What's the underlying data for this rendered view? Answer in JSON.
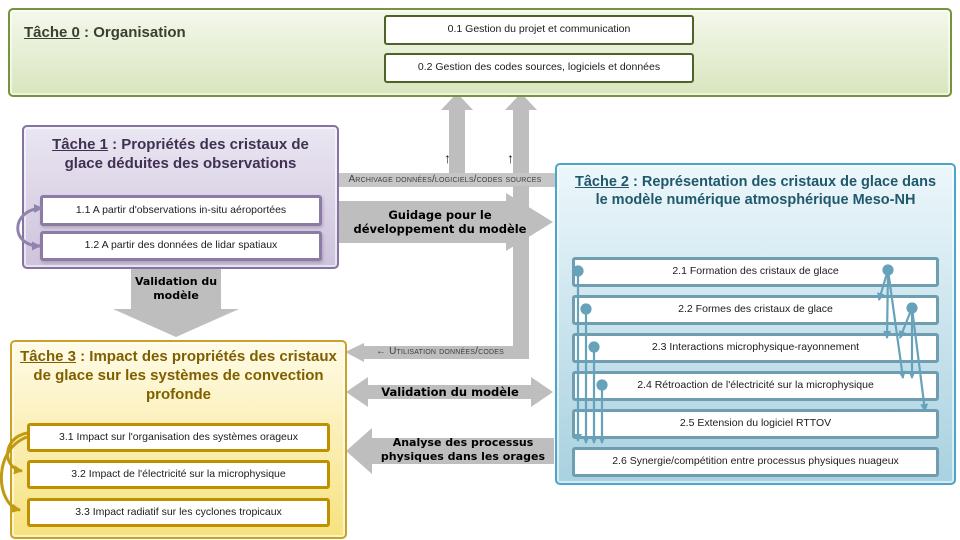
{
  "tasks": {
    "task0": {
      "title_prefix": "Tâche 0",
      "title_suffix": " : Organisation",
      "items": [
        {
          "label": "0.1 Gestion du projet et communication"
        },
        {
          "label": "0.2 Gestion des codes sources, logiciels et données"
        }
      ]
    },
    "task1": {
      "title_prefix": "Tâche 1",
      "title_suffix": " : Propriétés des cristaux de glace déduites des observations",
      "items": [
        {
          "label": "1.1 A partir d'observations in-situ aéroportées"
        },
        {
          "label": "1.2 A partir des données de lidar spatiaux"
        }
      ]
    },
    "task2": {
      "title_prefix": "Tâche 2",
      "title_suffix": " : Représentation des cristaux de glace dans le modèle numérique atmosphérique Meso-NH",
      "items": [
        {
          "label": "2.1 Formation des cristaux de glace"
        },
        {
          "label": "2.2 Formes des cristaux de glace"
        },
        {
          "label": "2.3 Interactions microphysique-rayonnement"
        },
        {
          "label": "2.4 Rétroaction de l'électricité sur la microphysique"
        },
        {
          "label": "2.5 Extension du logiciel RTTOV"
        },
        {
          "label": "2.6 Synergie/compétition entre processus physiques nuageux"
        }
      ]
    },
    "task3": {
      "title_prefix": "Tâche 3",
      "title_suffix": " : Impact des propriétés des cristaux de glace sur les systèmes de convection profonde",
      "items": [
        {
          "label": "3.1 Impact sur l'organisation des systèmes orageux"
        },
        {
          "label": "3.2 Impact de l'électricité sur la microphysique"
        },
        {
          "label": "3.3 Impact radiatif sur les cyclones tropicaux"
        }
      ]
    }
  },
  "connectors": {
    "archivage": "Archivage données/logiciels/codes sources",
    "up_glyph": "↑",
    "guidage": "Guidage pour le développement du modèle",
    "utilisation": "← Utilisation données/codes",
    "validation_horizontal": "Validation du modèle",
    "validation_vertical": "Validation du modèle",
    "analyse": "Analyse des processus physiques dans les orages"
  },
  "colors": {
    "green_border": "#77933C",
    "purple_border": "#8573A0",
    "blue_border": "#4BA6C7",
    "gold_border": "#BF9000",
    "gray_arrow": "#BEBEBE",
    "teal_connector": "#67A2BB"
  }
}
